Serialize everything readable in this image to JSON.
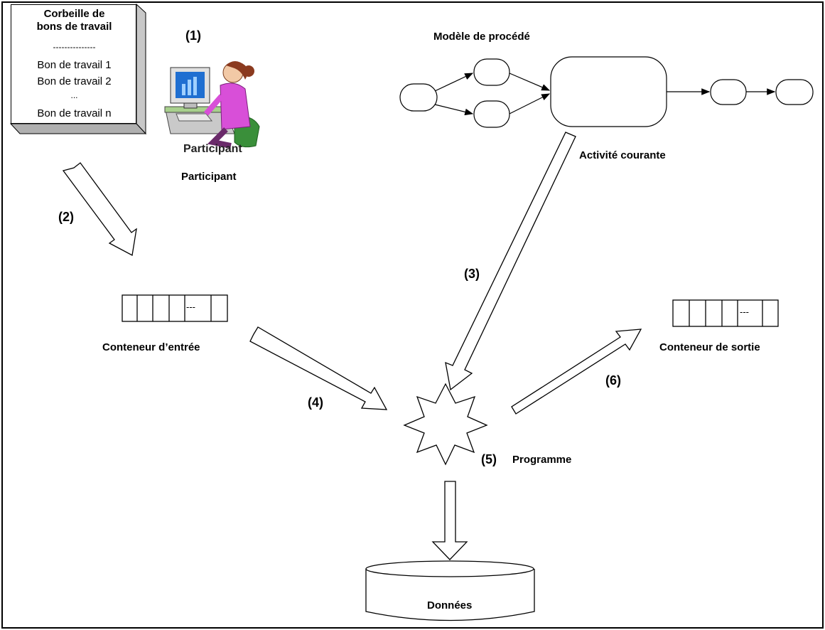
{
  "basket": {
    "title_line1": "Corbeille de",
    "title_line2": "bons de travail",
    "separator": "---------------",
    "items": [
      "Bon de travail 1",
      "Bon de travail 2",
      "...",
      "Bon de travail n"
    ]
  },
  "participant": {
    "step": "(1)",
    "overlay_label": "Participant",
    "label": "Participant"
  },
  "process_model": {
    "title": "Modèle de procédé",
    "current_activity_label": "Activité courante"
  },
  "steps": {
    "s2": "(2)",
    "s3": "(3)",
    "s4": "(4)",
    "s5": "(5)",
    "s6": "(6)"
  },
  "input_container": {
    "label": "Conteneur d’entrée",
    "ellipsis": "---"
  },
  "output_container": {
    "label": "Conteneur de sortie",
    "ellipsis": "---"
  },
  "program": {
    "label": "Programme"
  },
  "data_store": {
    "label": "Données"
  }
}
